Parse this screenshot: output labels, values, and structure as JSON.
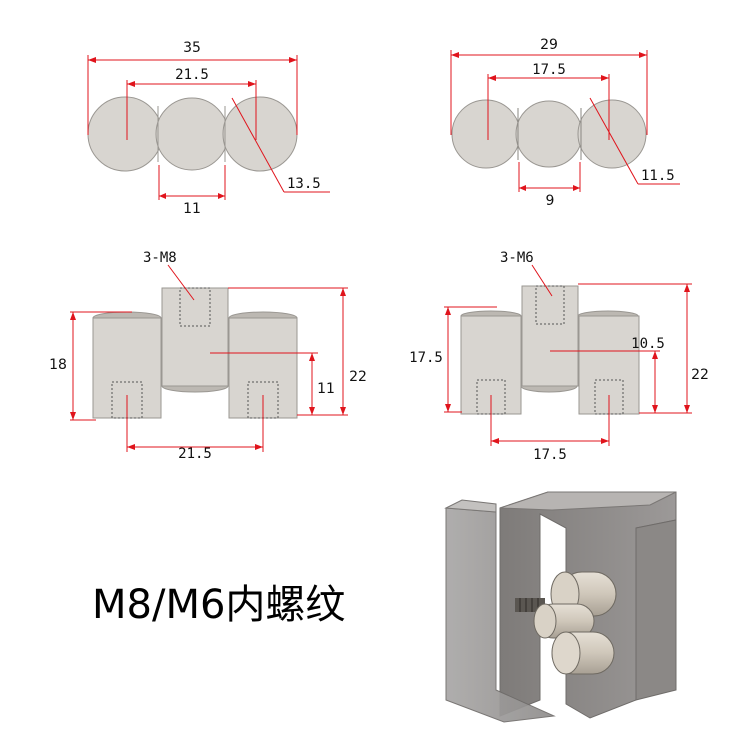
{
  "colors": {
    "dimension_line": "#e0141c",
    "part_fill": "#d8d5d0",
    "part_stroke": "#9a9792",
    "text": "#111111"
  },
  "top_left": {
    "overall": "35",
    "center_spacing": "21.5",
    "diameter": "13.5",
    "gap": "11"
  },
  "top_right": {
    "overall": "29",
    "center_spacing": "17.5",
    "diameter": "11.5",
    "gap": "9"
  },
  "mid_left": {
    "thread_label": "3-M8",
    "left_height": "18",
    "center_height": "22",
    "inner_height": "11",
    "spacing": "21.5"
  },
  "mid_right": {
    "thread_label": "3-M6",
    "left_height": "17.5",
    "center_height": "22",
    "inner_height": "10.5",
    "spacing": "17.5"
  },
  "caption": "M8/M6内螺纹"
}
